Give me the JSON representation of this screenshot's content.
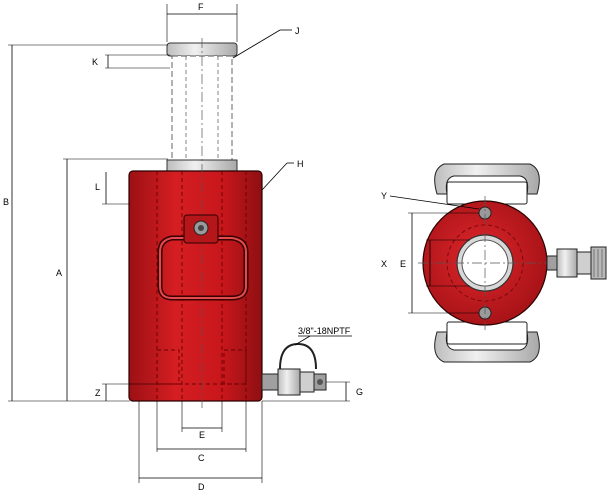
{
  "labels": {
    "A": "A",
    "B": "B",
    "C": "C",
    "D": "D",
    "E_side": "E",
    "E_top": "E",
    "F": "F",
    "G": "G",
    "H": "H",
    "J": "J",
    "K": "K",
    "L": "L",
    "X": "X",
    "Y": "Y",
    "Z": "Z",
    "port": "3/8\"-18NPTF"
  },
  "colors": {
    "body": "#c8171c",
    "body_dark": "#8e0f12",
    "steel": "#d8d8d8",
    "steel_dark": "#9a9a9a"
  }
}
